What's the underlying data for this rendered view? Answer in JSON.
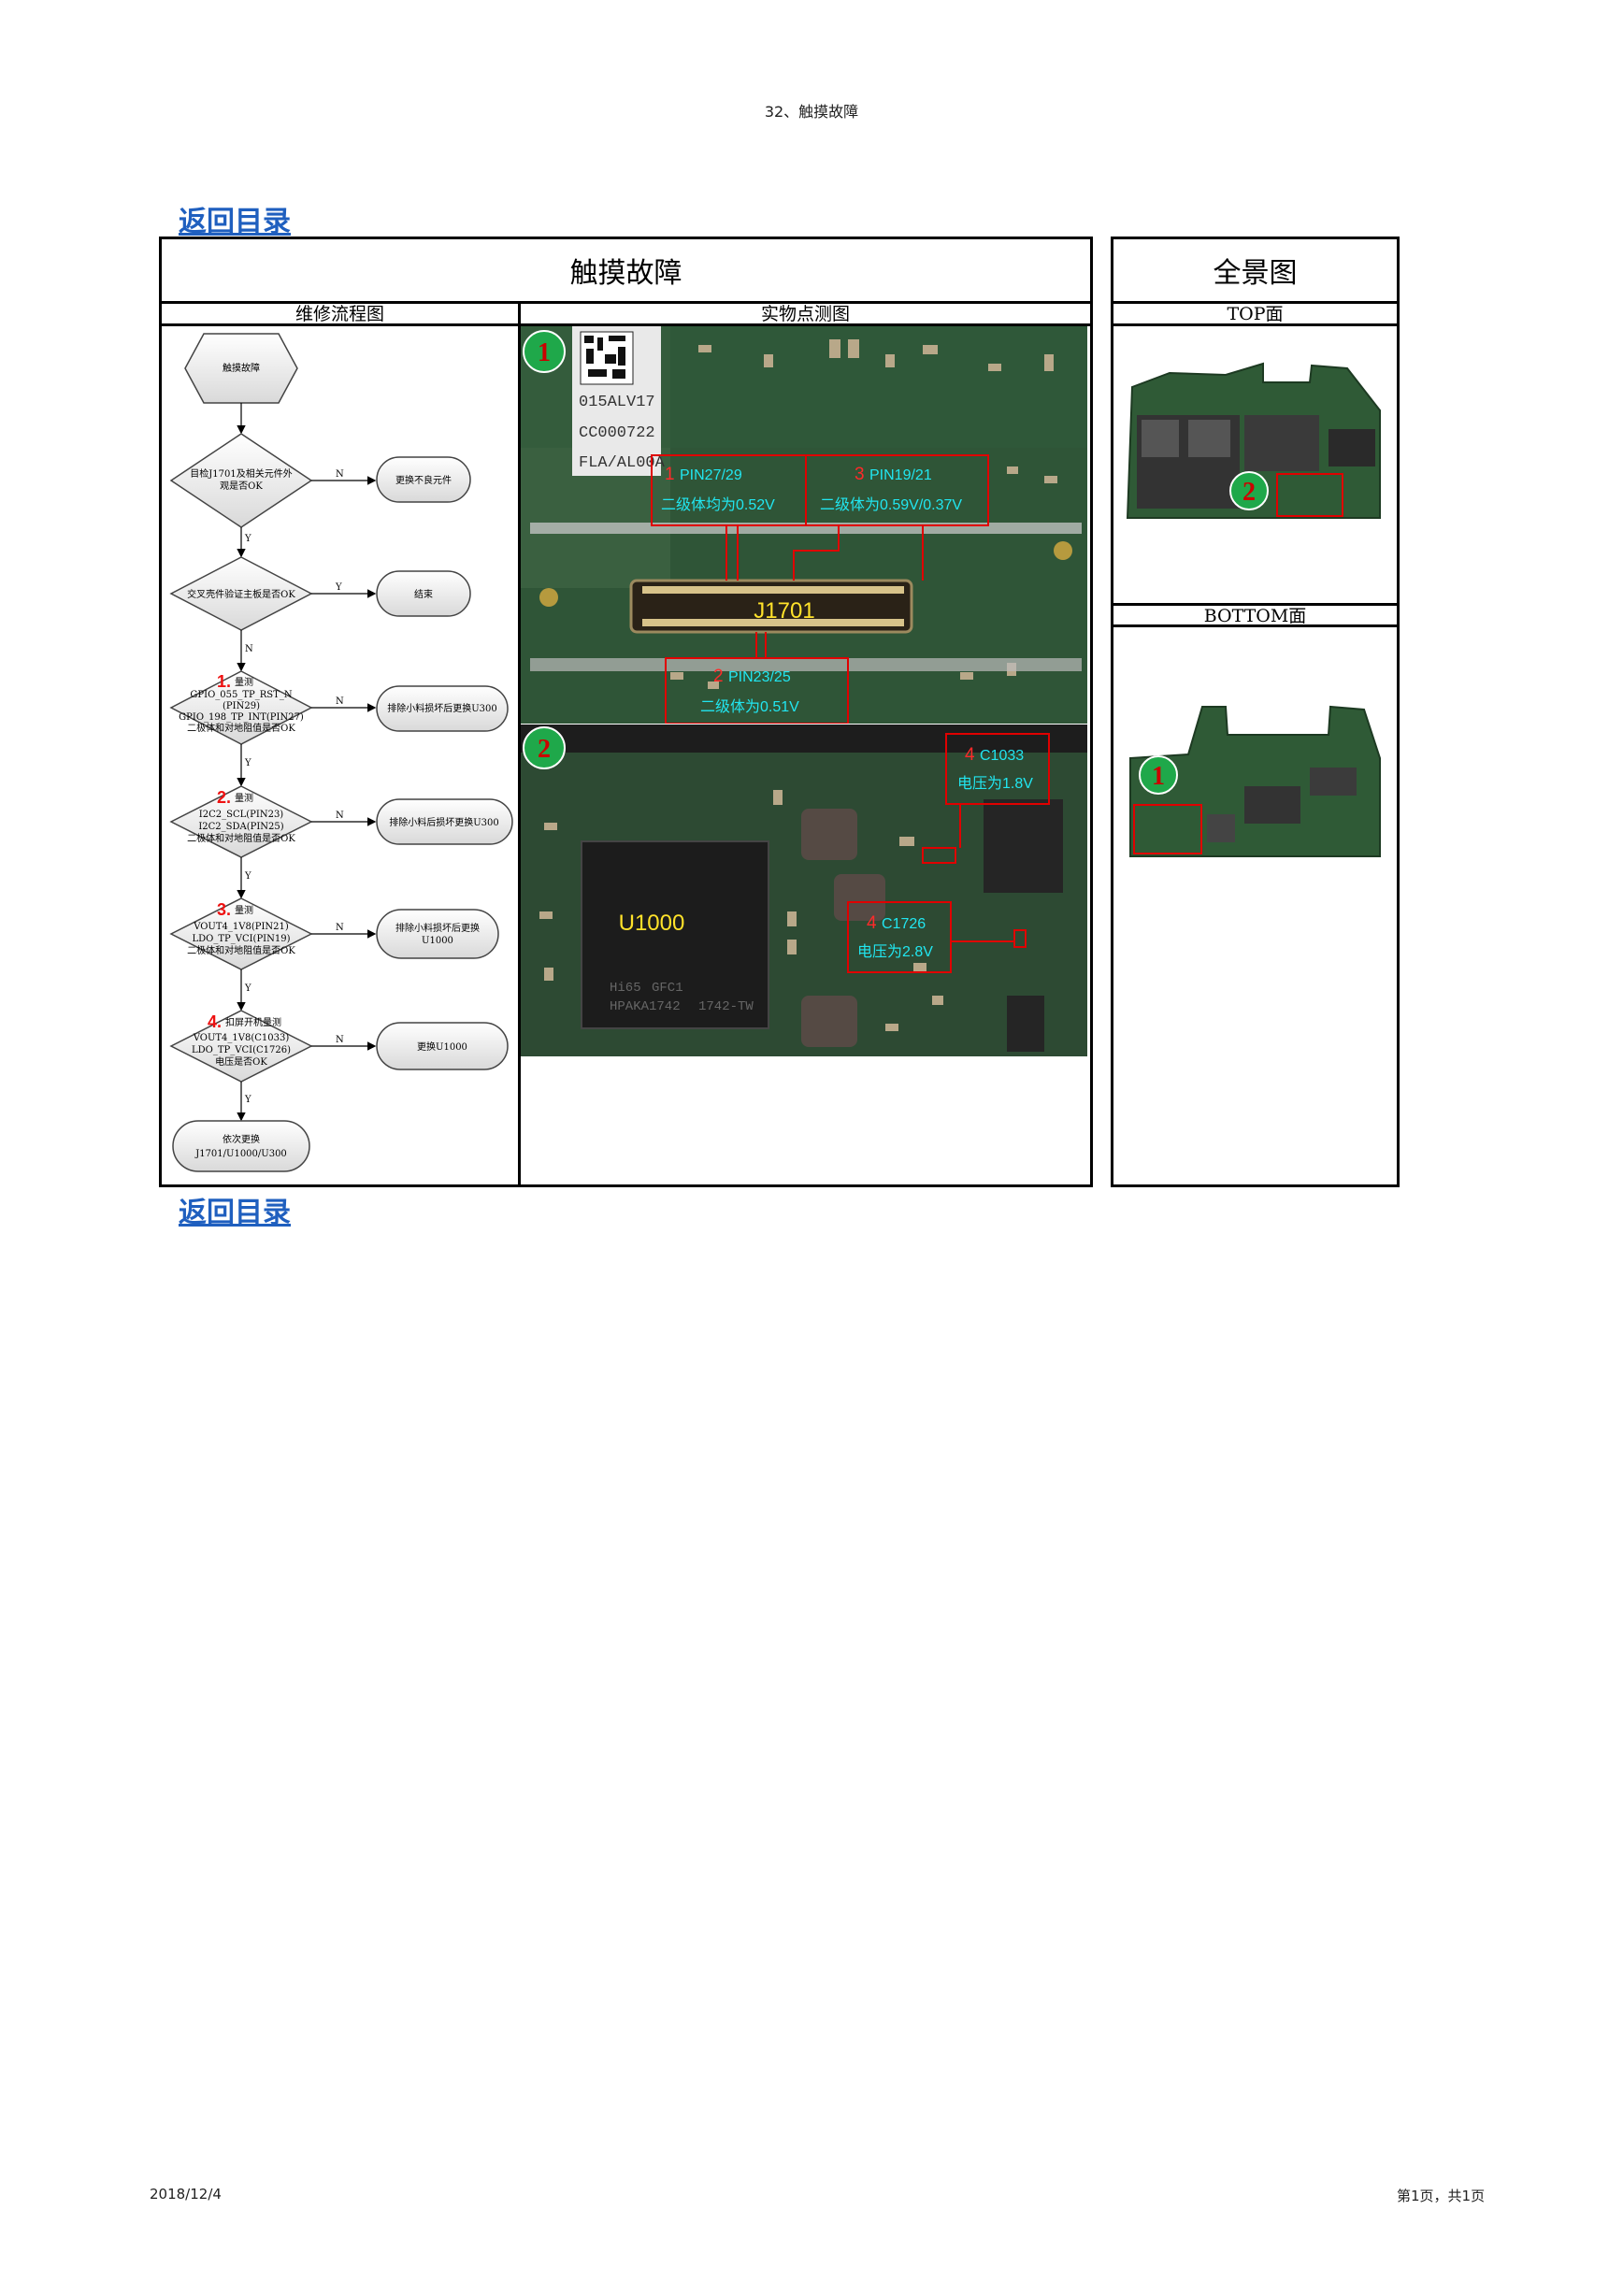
{
  "header": {
    "title": "32、触摸故障"
  },
  "nav": {
    "back_top": "返回目录",
    "back_bottom": "返回目录"
  },
  "table": {
    "main_title": "触摸故障",
    "panorama_title": "全景图",
    "flow_header": "维修流程图",
    "photo_header": "实物点测图",
    "top_face": "TOP面",
    "bottom_face": "BOTTOM面"
  },
  "flow": {
    "start": "触摸故障",
    "step1": [
      "目检J1701及相关元件外",
      "观是否OK"
    ],
    "step1_fix": "更换不良元件",
    "step2": "交叉壳件验证主板是否OK",
    "step2_end": "结束",
    "step3_num": "1.",
    "step3": [
      "量测",
      "GPIO_055_TP_RST_N",
      "(PIN29)",
      "GPIO_198_TP_INT(PIN27)",
      "二极体和对地阻值是否OK"
    ],
    "step3_fix": "排除小料损坏后更换U300",
    "step4_num": "2.",
    "step4": [
      "量测",
      "I2C2_SCL(PIN23)",
      "I2C2_SDA(PIN25)",
      "二极体和对地阻值是否OK"
    ],
    "step4_fix": "排除小料后损坏更换U300",
    "step5_num": "3.",
    "step5": [
      "量测",
      "VOUT4_1V8(PIN21)",
      "LDO_TP_VCI(PIN19)",
      "二极体和对地阻值是否OK"
    ],
    "step5_fix": [
      "排除小料损坏后更换",
      "U1000"
    ],
    "step6_num": "4.",
    "step6": [
      "扣屏开机量测",
      "VOUT4_1V8(C1033)",
      "LDO_TP_VCI(C1726)",
      "电压是否OK"
    ],
    "step6_fix": "更换U1000",
    "final": [
      "依次更换",
      "J1701/U1000/U300"
    ],
    "yes": "Y",
    "no": "N"
  },
  "photo": {
    "p1": "1",
    "p2": "2",
    "chip_label": [
      "015ALV17",
      "CC000722",
      "FLA/AL00A"
    ],
    "box1_num": "1",
    "box1_pin": "PIN27/29",
    "box1_val": "二级体均为0.52V",
    "box3_num": "3",
    "box3_pin": "PIN19/21",
    "box3_val": "二级体为0.59V/0.37V",
    "connector": "J1701",
    "box2_num": "2",
    "box2_pin": "PIN23/25",
    "box2_val": "二级体为0.51V",
    "box4a_num": "4",
    "box4a_ref": "C1033",
    "box4a_val": "电压为1.8V",
    "box4b_num": "4",
    "box4b_ref": "C1726",
    "box4b_val": "电压为2.8V",
    "ic": "U1000",
    "ic_print": [
      "Hi65",
      "GFC1",
      "HPAKA1742",
      "1742-TW"
    ]
  },
  "panorama": {
    "top_marker": "2",
    "bottom_marker": "1"
  },
  "footer": {
    "date": "2018/12/4",
    "page": "第1页，共1页"
  },
  "colors": {
    "link": "#1f5fbf",
    "board": "#2e4f2e",
    "mark": "#e00000",
    "label": "#21e6f0",
    "circle": "#1fa84a"
  }
}
